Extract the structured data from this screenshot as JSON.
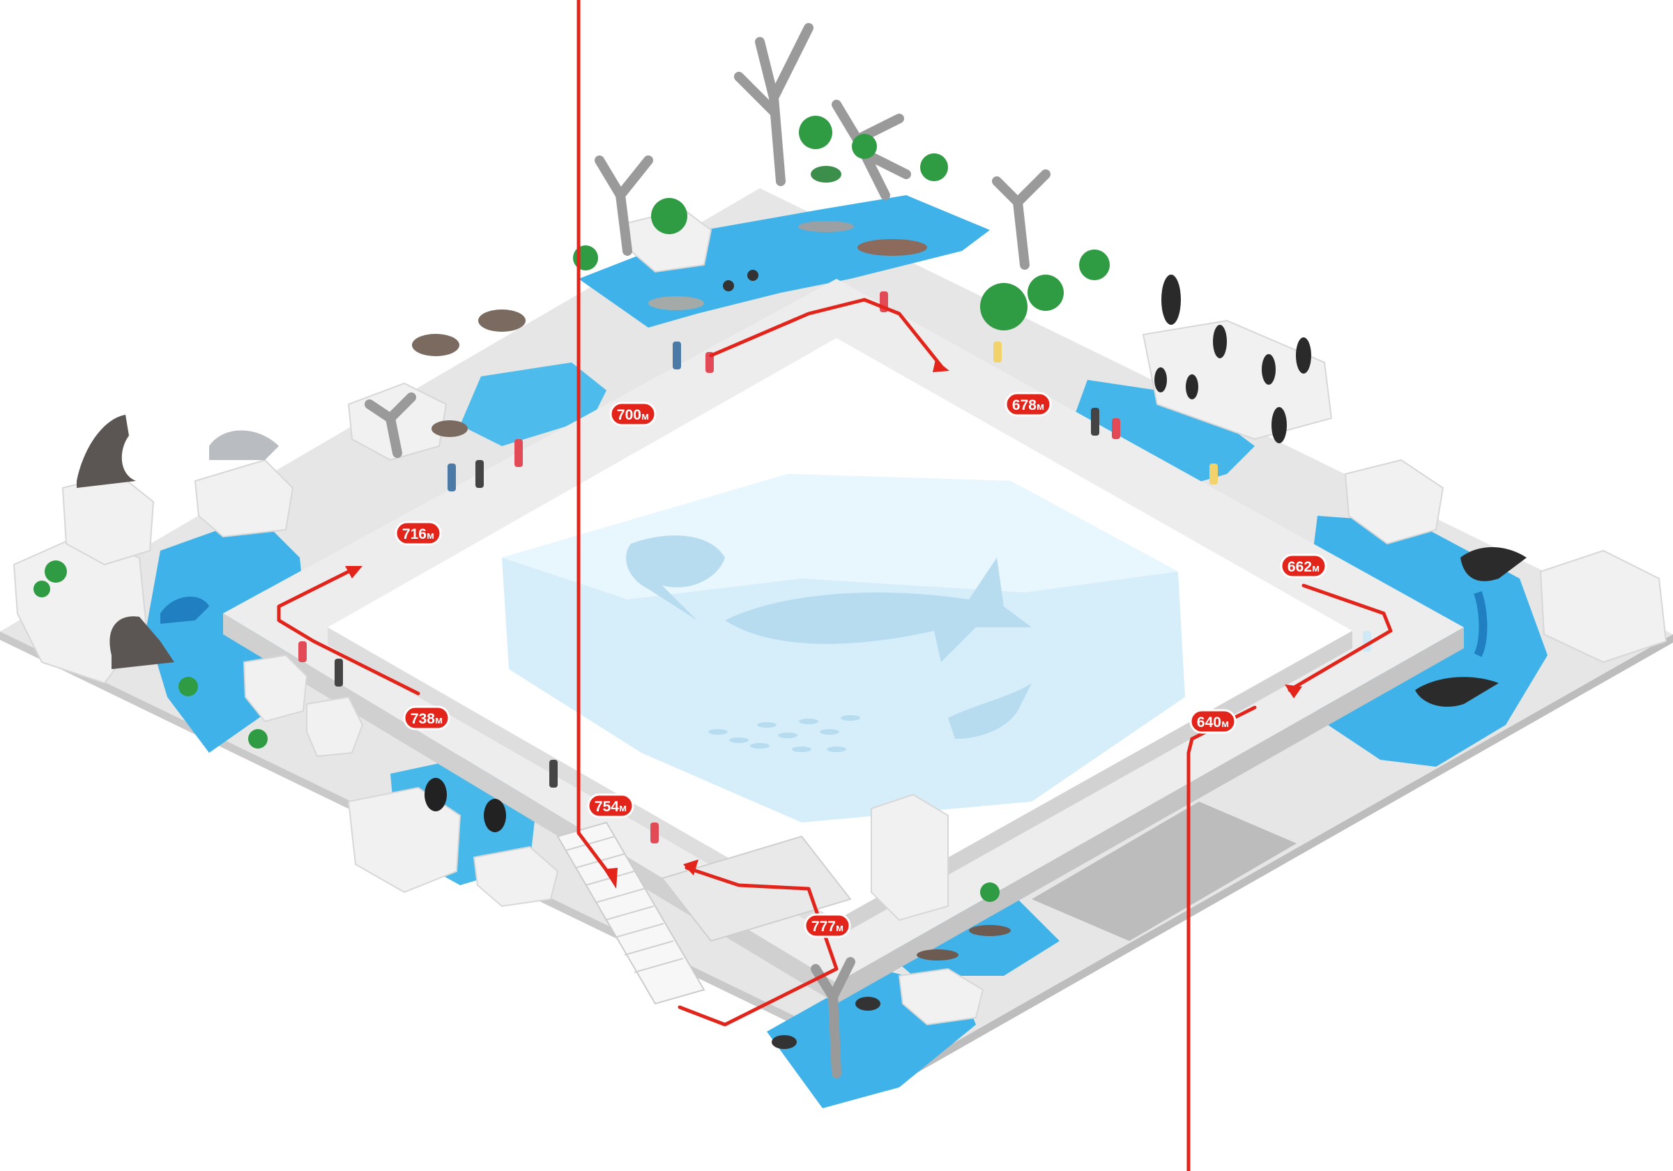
{
  "labels": [
    {
      "value": "640",
      "unit": "м"
    },
    {
      "value": "662",
      "unit": "м"
    },
    {
      "value": "678",
      "unit": "м"
    },
    {
      "value": "700",
      "unit": "м"
    },
    {
      "value": "716",
      "unit": "м"
    },
    {
      "value": "738",
      "unit": "м"
    },
    {
      "value": "754",
      "unit": "м"
    },
    {
      "value": "777",
      "unit": "м"
    }
  ],
  "colors": {
    "route": "#e3241b",
    "water": "#3fb3e9",
    "water_light": "#bfe6f8",
    "pool": "#d6eefa",
    "floor": "#dcdcdc",
    "wall": "#f2f2f2",
    "rock": "#eeeeee",
    "tree": "#9a9a9a",
    "foliage": "#2f9b43"
  },
  "icons": [
    "sea-lion-icon",
    "seal-icon",
    "raccoon-icon",
    "tree-icon",
    "fish-icon",
    "turtle-icon",
    "penguin-icon",
    "dolphin-icon",
    "otter-icon",
    "duck-icon",
    "puffin-icon",
    "shark-icon",
    "ray-icon",
    "visitor-icon",
    "stairs-icon"
  ]
}
